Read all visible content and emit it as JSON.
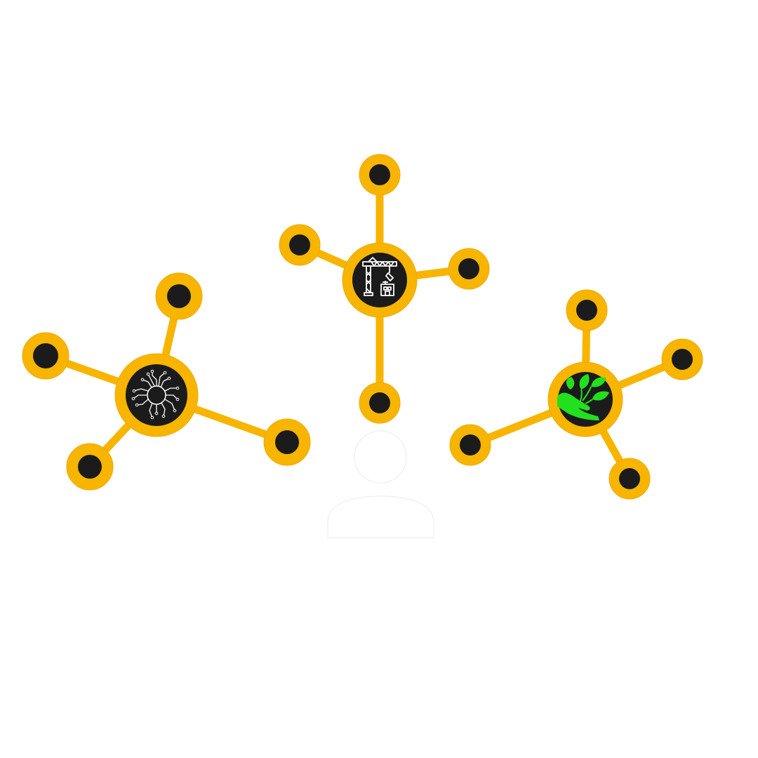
{
  "colors": {
    "background": "#ffffff",
    "node_ring": "#f7b500",
    "node_fill": "#1b1b1b",
    "connector": "#f7b500",
    "tech_icon_stroke": "#ffffff",
    "construction_icon_stroke": "#ffffff",
    "eco_icon_fill": "#22e01e",
    "person_silhouette": "#ffffff",
    "person_outline": "#eeeeee"
  },
  "clusters": [
    {
      "id": "technology",
      "icon": "circuit-chip-icon",
      "satellites": 4
    },
    {
      "id": "construction",
      "icon": "crane-building-icon",
      "satellites": 4
    },
    {
      "id": "environment",
      "icon": "hand-leaves-icon",
      "satellites": 4
    }
  ],
  "person": {
    "icon": "person-silhouette-icon"
  }
}
